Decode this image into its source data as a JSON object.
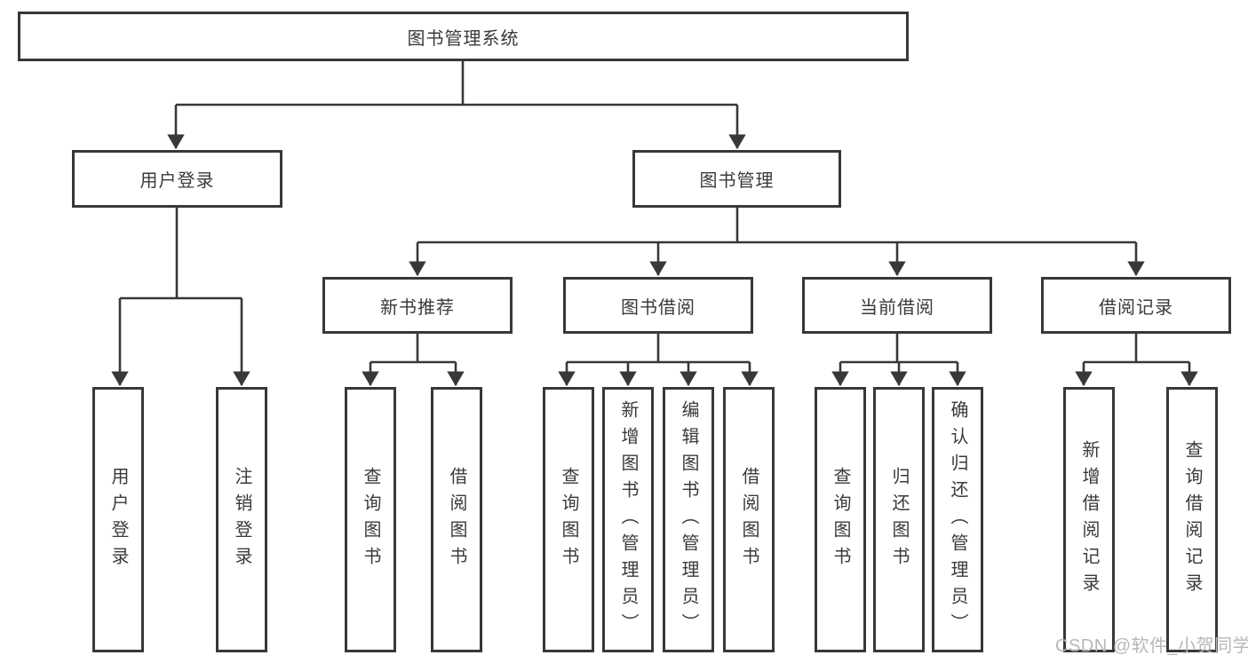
{
  "tree": {
    "label": "图书管理系统",
    "children": [
      {
        "label": "用户登录",
        "children": [
          {
            "label": "用户登录"
          },
          {
            "label": "注销登录"
          }
        ]
      },
      {
        "label": "图书管理",
        "children": [
          {
            "label": "新书推荐",
            "children": [
              {
                "label": "查询图书"
              },
              {
                "label": "借阅图书"
              }
            ]
          },
          {
            "label": "图书借阅",
            "children": [
              {
                "label": "查询图书"
              },
              {
                "label": "新增图书（管理员）"
              },
              {
                "label": "编辑图书（管理员）"
              },
              {
                "label": "借阅图书"
              }
            ]
          },
          {
            "label": "当前借阅",
            "children": [
              {
                "label": "查询图书"
              },
              {
                "label": "归还图书"
              },
              {
                "label": "确认归还（管理员）"
              }
            ]
          },
          {
            "label": "借阅记录",
            "children": [
              {
                "label": "新增借阅记录"
              },
              {
                "label": "查询借阅记录"
              }
            ]
          }
        ]
      }
    ]
  },
  "watermark": {
    "text": "CSDN @软件_小贺同学"
  },
  "colors": {
    "line": "#383838",
    "box_border": "#383838",
    "box_fill": "#ffffff",
    "text": "#3a3a3a",
    "watermark": "#b5b8ba",
    "background": "#ffffff"
  }
}
